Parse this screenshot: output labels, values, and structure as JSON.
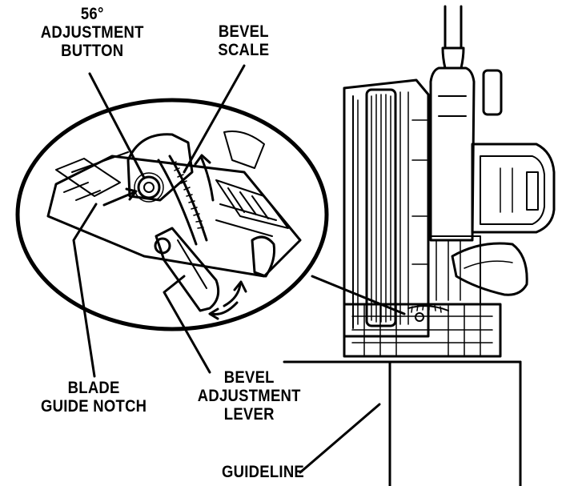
{
  "diagram": {
    "callouts": {
      "adjustment_button": [
        "56°",
        "ADJUSTMENT",
        "BUTTON"
      ],
      "bevel_scale": [
        "BEVEL",
        "SCALE"
      ],
      "blade_guide_notch": [
        "BLADE",
        "GUIDE NOTCH"
      ],
      "bevel_adjustment_lever": [
        "BEVEL",
        "ADJUSTMENT",
        "LEVER"
      ],
      "guideline": [
        "GUIDELINE"
      ]
    },
    "colors": {
      "ink": "#000000",
      "paper": "#ffffff"
    }
  }
}
